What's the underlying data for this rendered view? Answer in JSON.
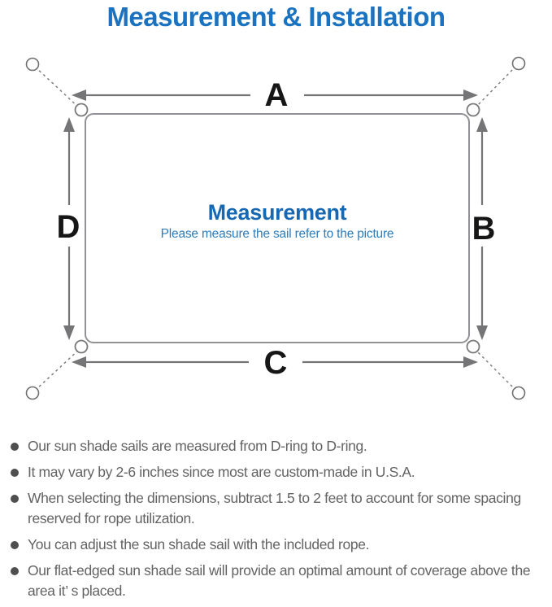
{
  "title": "Measurement & Installation",
  "diagram": {
    "side_labels": {
      "top": "A",
      "right": "B",
      "bottom": "C",
      "left": "D"
    },
    "center": {
      "heading": "Measurement",
      "subtitle": "Please measure the sail refer to the picture"
    }
  },
  "colors": {
    "title_blue": "#1a72c0",
    "heading_blue": "#1668b2",
    "subtitle_blue": "#2e7cba",
    "diagram_gray": "#757577",
    "outline_gray": "#909295",
    "label_black": "#161616",
    "note_text_gray": "#636363",
    "bullet_gray": "#4f4f4f"
  },
  "notes": {
    "items": [
      "Our sun shade sails are measured from D-ring to D-ring.",
      "It may vary by 2-6 inches since most are custom-made in U.S.A.",
      "When selecting the dimensions, subtract 1.5 to 2 feet to account for some spacing reserved for rope utilization.",
      "You can adjust the sun shade sail with the included rope.",
      "Our flat-edged sun shade sail will provide an optimal amount of coverage above the area it’ s placed."
    ]
  }
}
